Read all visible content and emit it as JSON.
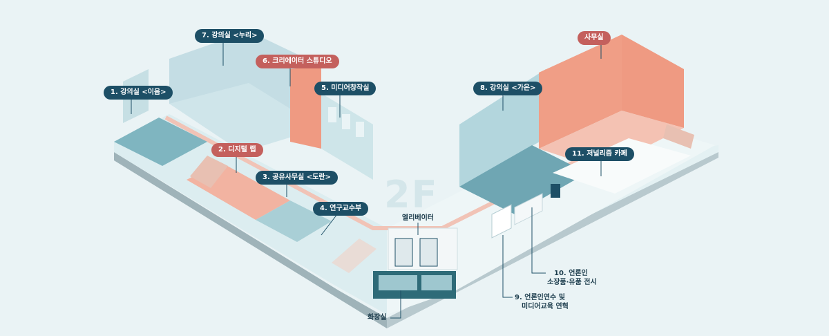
{
  "floor": "2F",
  "rooms": {
    "room1": "1. 강의실 <이음>",
    "room2": "2. 디지털 랩",
    "room3": "3. 공유사무실 <도란>",
    "room4": "4. 연구교수부",
    "room5": "5. 미디어창작실",
    "room6": "6. 크리에이터 스튜디오",
    "room7": "7. 강의실 <누리>",
    "room8": "8. 강의실 <가온>",
    "room9_line1": "9. 언론인연수 및",
    "room9_line2": "미디어교육 연혁",
    "room10_line1": "10. 언론인",
    "room10_line2": "소장품·유품 전시",
    "room11": "11. 저널리즘 카페",
    "office": "사무실",
    "elevator": "엘리베이터",
    "restroom": "화장실"
  },
  "colors": {
    "teal_label": "#1d4f66",
    "red_label": "#c4605d",
    "floor_teal": "#c9e2e6",
    "floor_salmon": "#f1b4a2",
    "wall_salmon": "#ef9a82",
    "wall_teal": "#b4d5dc"
  }
}
